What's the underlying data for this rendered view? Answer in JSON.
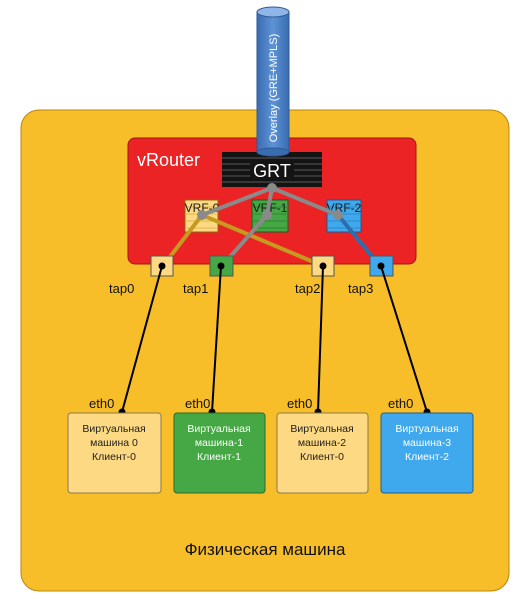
{
  "overlay": {
    "label": "Overlay (GRE+MPLS)"
  },
  "host": {
    "label": "Физическая машина"
  },
  "vrouter": {
    "label": "vRouter",
    "grt_label": "GRT"
  },
  "vrfs": [
    {
      "id": "vrf0",
      "label": "VRF-0"
    },
    {
      "id": "vrf1",
      "label": "VRF-1"
    },
    {
      "id": "vrf2",
      "label": "VRF-2"
    }
  ],
  "taps": [
    {
      "id": "tap0",
      "label": "tap0"
    },
    {
      "id": "tap1",
      "label": "tap1"
    },
    {
      "id": "tap2",
      "label": "tap2"
    },
    {
      "id": "tap3",
      "label": "tap3"
    }
  ],
  "vms": [
    {
      "id": "vm0",
      "iface": "eth0",
      "lines": [
        "Виртуальная",
        "машина 0",
        "Клиент-0"
      ]
    },
    {
      "id": "vm1",
      "iface": "eth0",
      "lines": [
        "Виртуальная",
        "машина-1",
        "Клиент-1"
      ]
    },
    {
      "id": "vm2",
      "iface": "eth0",
      "lines": [
        "Виртуальная",
        "машина-2",
        "Клиент-0"
      ]
    },
    {
      "id": "vm3",
      "iface": "eth0",
      "lines": [
        "Виртуальная",
        "машина-3",
        "Клиент-2"
      ]
    }
  ],
  "colors": {
    "host_fill": "#f7be2a",
    "vrouter_fill": "#ec2324",
    "grt_fill": "#141414",
    "client0": "#fcd982",
    "client1": "#45a845",
    "client2": "#40a8ec",
    "vrf_link": "#8a8a8a",
    "client0_link": "#c69a1f",
    "client2_link": "#2a6fb0",
    "pipe": "#4a7fc4"
  }
}
